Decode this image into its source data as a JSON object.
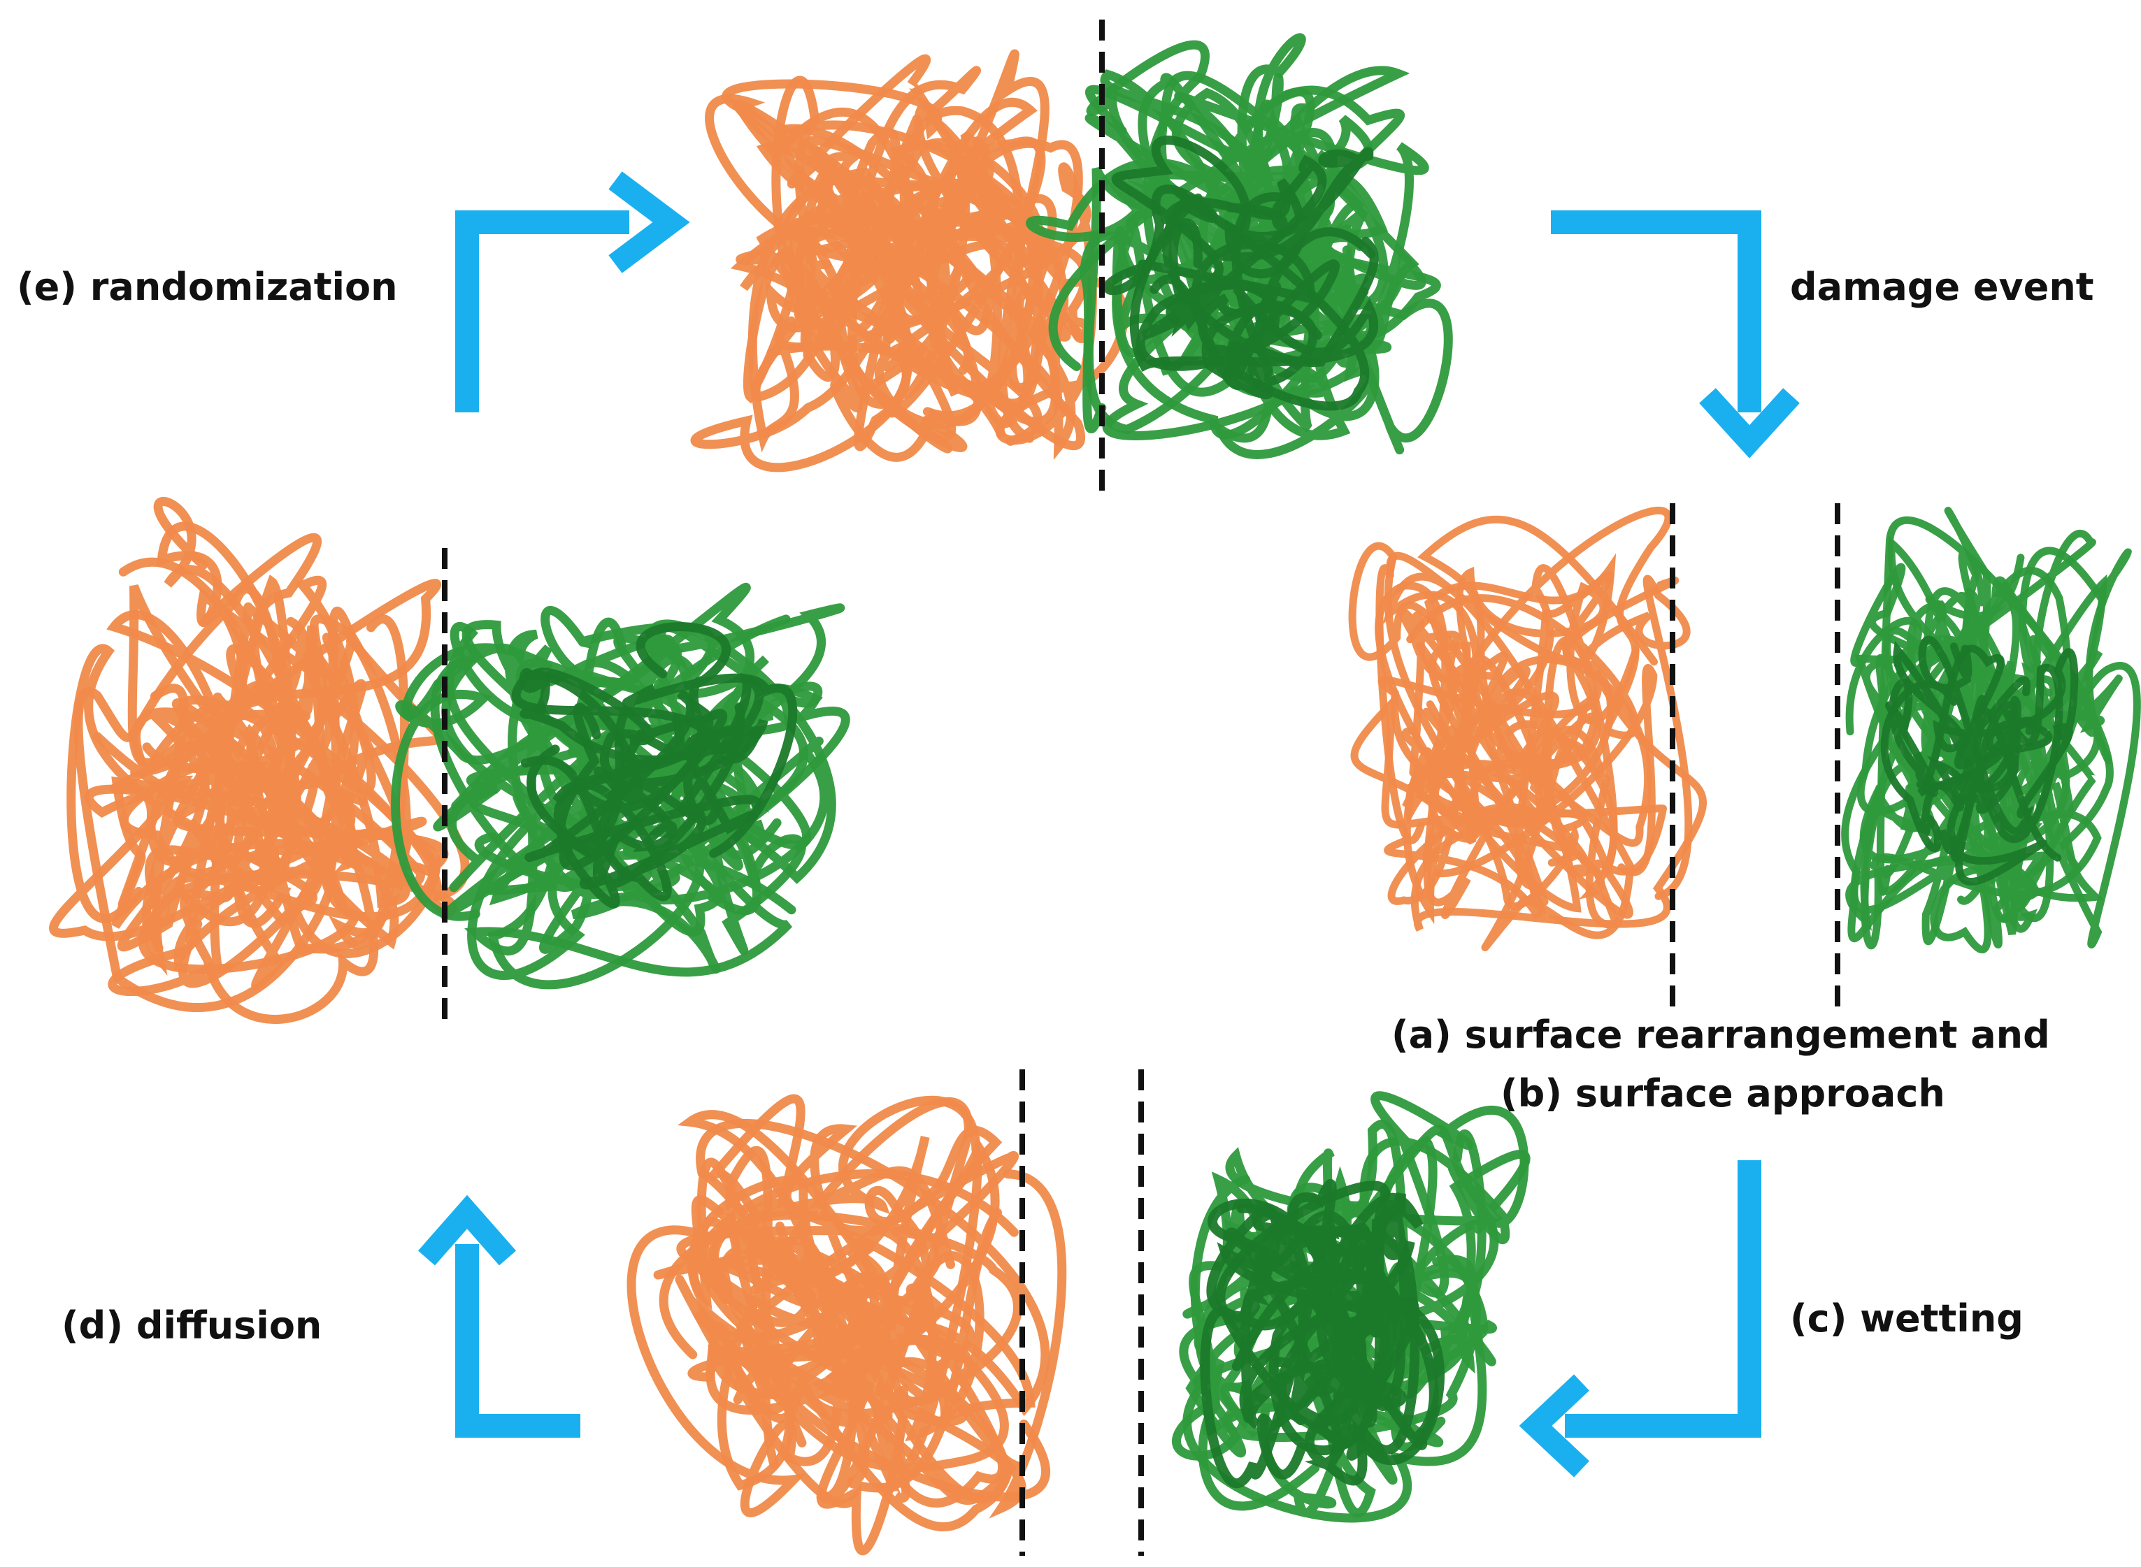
{
  "labels": {
    "randomization": "(e) randomization",
    "damage": "damage event",
    "rearrangement": "(a) surface rearrangement and",
    "approach": "(b) surface approach",
    "wetting": "(c) wetting",
    "diffusion": "(d) diffusion"
  },
  "colors": {
    "arrow": "#1ab0f0",
    "orange_strand": "#f08a4a",
    "green_strand": "#2e9a3c",
    "dark_green_strand": "#1b7a2a",
    "interface_line": "#111111"
  },
  "icons": {
    "arrow": "bent-arrow-icon",
    "strand_cluster": "polymer-coil-icon",
    "interface": "dashed-interface-line"
  }
}
